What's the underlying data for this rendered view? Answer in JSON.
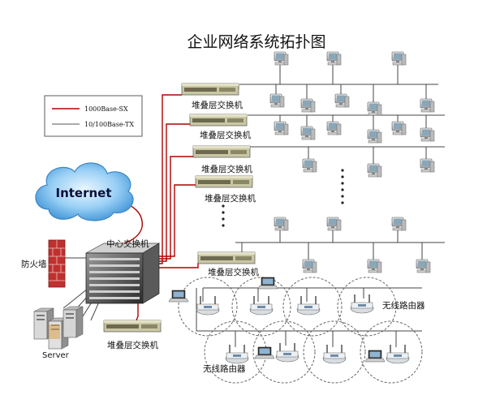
{
  "title": "企业网络系统拓扑图",
  "legend": {
    "items": [
      {
        "label": "1000Base-SX",
        "color": "#b00000"
      },
      {
        "label": "10/100Base-TX",
        "color": "#555555"
      }
    ]
  },
  "labels": {
    "internet": "Internet",
    "firewall": "防火墙",
    "core_switch": "中心交换机",
    "stack_switch": "堆叠层交换机",
    "server": "Server",
    "wireless_router": "无线路由器"
  },
  "colors": {
    "fiber": "#b00000",
    "copper": "#555555",
    "cloud": "#5fb4ec",
    "firewall": "#c0302e",
    "switch_body": "#c9c7a4"
  }
}
